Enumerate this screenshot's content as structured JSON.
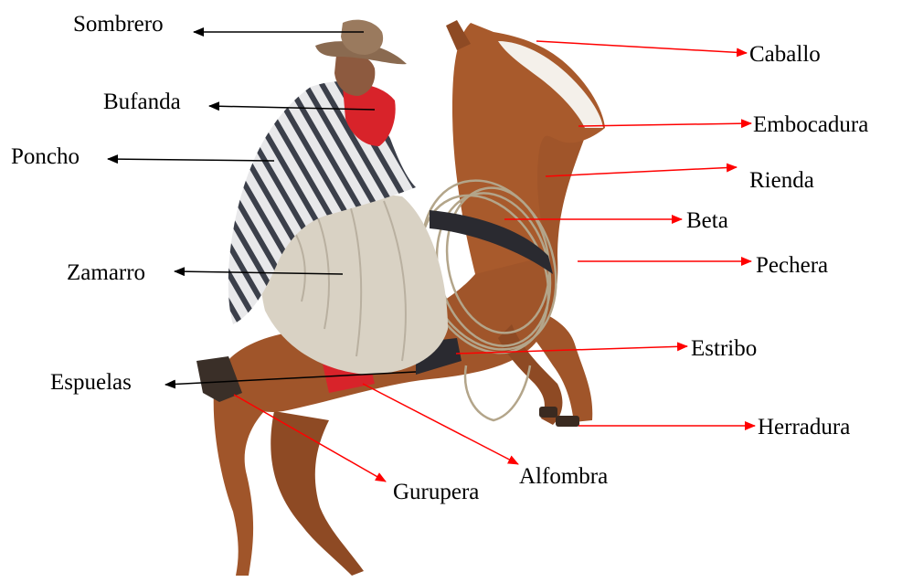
{
  "labels": {
    "sombrero": "Sombrero",
    "bufanda": "Bufanda",
    "poncho": "Poncho",
    "zamarro": "Zamarro",
    "espuelas": "Espuelas",
    "gurupera": "Gurupera",
    "alfombra": "Alfombra",
    "caballo": "Caballo",
    "embocadura": "Embocadura",
    "rienda": "Rienda",
    "beta": "Beta",
    "pechera": "Pechera",
    "estribo": "Estribo",
    "herradura": "Herradura"
  },
  "colors": {
    "left_arrows": "#000000",
    "right_arrows": "#ff0000",
    "horse_coat": "#a0552a",
    "horse_blaze": "#f4f0ea",
    "poncho_light": "#e8e8ea",
    "poncho_stripe": "#3b3f4a",
    "scarf": "#d8232a",
    "hat": "#8a6a50",
    "sheepskin": "#d9d2c4",
    "rope": "#b3a58a"
  }
}
